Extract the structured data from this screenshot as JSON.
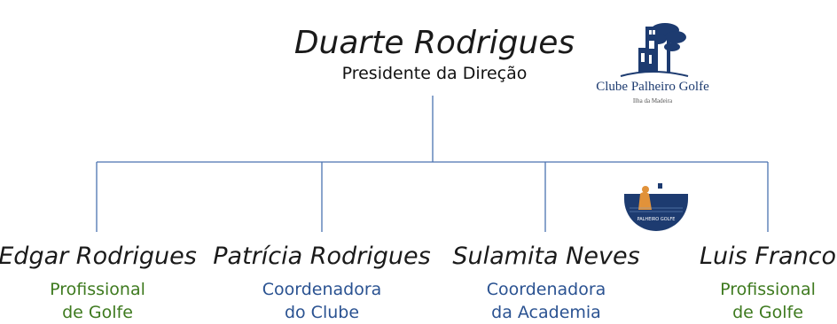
{
  "president": {
    "name": "Duarte Rodrigues",
    "title": "Presidente da Direção"
  },
  "club_logo": {
    "name": "Clube Palheiro Golfe",
    "subtitle": "Ilha da Madeira"
  },
  "badge": {
    "text": "PALHEIRO GOLFE"
  },
  "colors": {
    "line": "#4a72b0",
    "green": "#3e7a1f",
    "blue": "#2a5291",
    "logo_navy": "#1d3b70",
    "badge_orange": "#e1923a"
  },
  "members": [
    {
      "name": "Edgar Rodrigues",
      "role_line1": "Profissional",
      "role_line2": "de Golfe",
      "role_color": "green"
    },
    {
      "name": "Patrícia Rodrigues",
      "role_line1": "Coordenadora",
      "role_line2": "do Clube",
      "role_color": "blue"
    },
    {
      "name": "Sulamita Neves",
      "role_line1": "Coordenadora",
      "role_line2": "da Academia",
      "role_color": "blue"
    },
    {
      "name": "Luis Franco",
      "role_line1": "Profissional",
      "role_line2": "de Golfe",
      "role_color": "green"
    }
  ]
}
